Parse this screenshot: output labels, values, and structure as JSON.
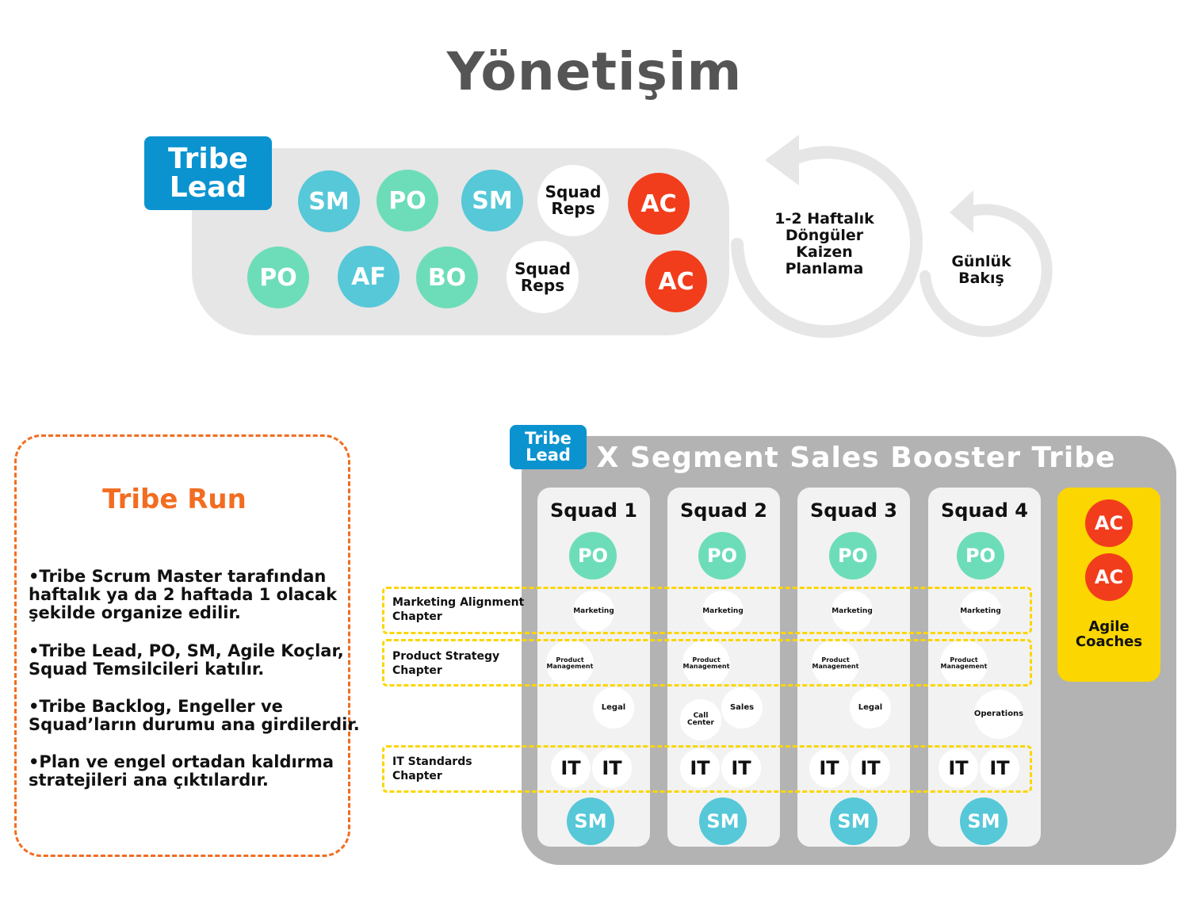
{
  "title": "Yönetişim",
  "top": {
    "tribe_lead": [
      "Tribe",
      "Lead"
    ],
    "row1": [
      {
        "label": "SM",
        "color": "#56c8d8"
      },
      {
        "label": "PO",
        "color": "#6dddb9"
      },
      {
        "label": "SM",
        "color": "#56c8d8"
      },
      {
        "label": [
          "Squad",
          "Reps"
        ],
        "color": "#ffffff"
      },
      {
        "label": "AC",
        "color": "#f23d1c"
      }
    ],
    "row2": [
      {
        "label": "PO",
        "color": "#6dddb9"
      },
      {
        "label": "AF",
        "color": "#56c8d8"
      },
      {
        "label": "BO",
        "color": "#6dddb9"
      },
      {
        "label": [
          "Squad",
          "Reps"
        ],
        "color": "#ffffff"
      },
      {
        "label": "AC",
        "color": "#f23d1c"
      }
    ],
    "loop_big": [
      "1-2 Haftalık",
      "Döngüler",
      "Kaizen",
      "Planlama"
    ],
    "loop_small": [
      "Günlük",
      "Bakış"
    ]
  },
  "run": {
    "title": "Tribe Run",
    "bullets": [
      [
        "•Tribe Scrum Master tarafından",
        "haftalık ya da 2 haftada 1 olacak",
        "şekilde organize edilir."
      ],
      [
        "•Tribe Lead, PO, SM, Agile Koçlar,",
        "Squad Temsilcileri katılır."
      ],
      [
        "•Tribe Backlog, Engeller ve",
        "Squad’ların durumu ana girdilerdir."
      ],
      [
        "•Plan ve engel ortadan kaldırma",
        "stratejileri ana çıktılardır."
      ]
    ]
  },
  "tribe": {
    "tribe_lead": [
      "Tribe",
      "Lead"
    ],
    "title": "X Segment Sales Booster Tribe",
    "squads": [
      {
        "name": "Squad 1",
        "po": "PO",
        "marketing": "Marketing",
        "product": [
          "Product",
          "Management"
        ],
        "extra": [
          "Legal"
        ],
        "it": [
          "IT",
          "IT"
        ],
        "sm": "SM"
      },
      {
        "name": "Squad 2",
        "po": "PO",
        "marketing": "Marketing",
        "product": [
          "Product",
          "Management"
        ],
        "extra": [
          "Call Center",
          "Sales"
        ],
        "it": [
          "IT",
          "IT"
        ],
        "sm": "SM"
      },
      {
        "name": "Squad 3",
        "po": "PO",
        "marketing": "Marketing",
        "product": [
          "Product",
          "Management"
        ],
        "extra": [
          "Legal"
        ],
        "it": [
          "IT",
          "IT"
        ],
        "sm": "SM"
      },
      {
        "name": "Squad 4",
        "po": "PO",
        "marketing": "Marketing",
        "product": [
          "Product",
          "Management"
        ],
        "extra": [
          "Operations"
        ],
        "it": [
          "IT",
          "IT"
        ],
        "sm": "SM"
      }
    ],
    "coaches": {
      "ac": [
        "AC",
        "AC"
      ],
      "label": [
        "Agile",
        "Coaches"
      ]
    },
    "chapters": [
      [
        "Marketing Alignment",
        "Chapter"
      ],
      [
        "Product Strategy",
        "Chapter"
      ],
      [
        "IT Standards",
        "Chapter"
      ]
    ]
  }
}
